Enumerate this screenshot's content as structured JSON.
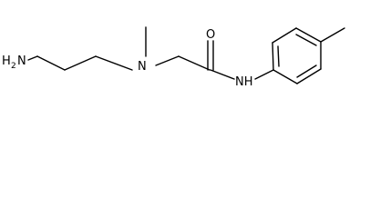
{
  "molecule": {
    "atoms": {
      "amine_n": "H",
      "amine_n_sub": "2",
      "amine_n_tail": "N",
      "tertiary_n": "N",
      "carbonyl_o": "O",
      "amide_nh": "NH"
    },
    "colors": {
      "bond": "#000000",
      "label": "#000000",
      "background": "#ffffff"
    }
  }
}
